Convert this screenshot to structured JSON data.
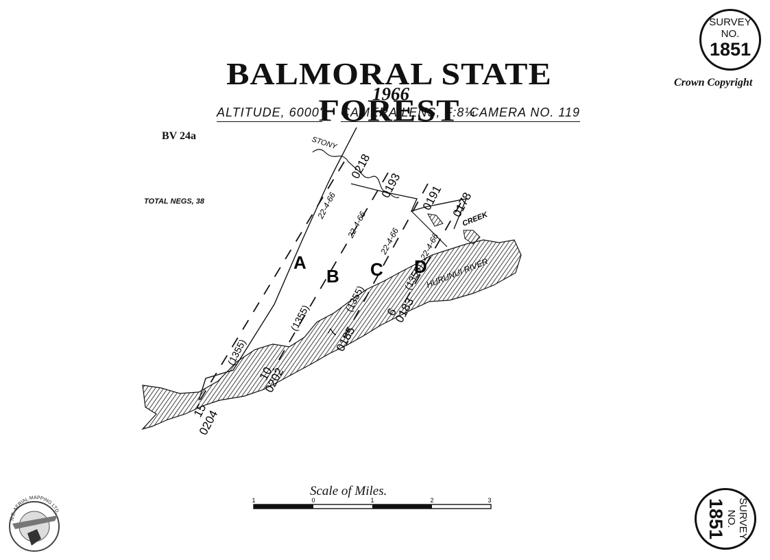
{
  "header": {
    "title": "BALMORAL STATE FOREST",
    "year": "1966",
    "altitude": "ALTITUDE, 6000'",
    "lens": "CAMERA LENS, F:8¼",
    "camera": "CAMERA NO. 119"
  },
  "sheet_id": "BV 24a",
  "total_negs": "TOTAL NEGS, 38",
  "copyright": "Crown Copyright",
  "stamp": {
    "line1": "SURVEY",
    "line2": "NO.",
    "number": "1851"
  },
  "logo": {
    "text": "N.Z. AERIAL MAPPING LTD."
  },
  "map": {
    "strips": [
      {
        "letter": "A",
        "date": "22-4-66",
        "ref": "(1355)",
        "end_neg": "15",
        "end_code": "0204",
        "start_code": "0218"
      },
      {
        "letter": "B",
        "date": "22-4-66",
        "ref": "(1355)",
        "end_neg": "10",
        "end_code": "0202",
        "start_code": "0193"
      },
      {
        "letter": "C",
        "date": "22-4-66",
        "ref": "(1355)",
        "end_neg": "7",
        "end_code": "0185",
        "start_code": "0191"
      },
      {
        "letter": "D",
        "date": "22-4-66",
        "ref": "(1355)",
        "end_neg": "6",
        "end_code": "0183",
        "start_code": "0178"
      }
    ],
    "features": {
      "stony": "STONY",
      "creek": "CREEK",
      "river": "HURUNUI RIVER"
    }
  },
  "scale": {
    "label": "Scale of Miles.",
    "ticks": [
      "1",
      "0",
      "1",
      "2",
      "3"
    ]
  }
}
